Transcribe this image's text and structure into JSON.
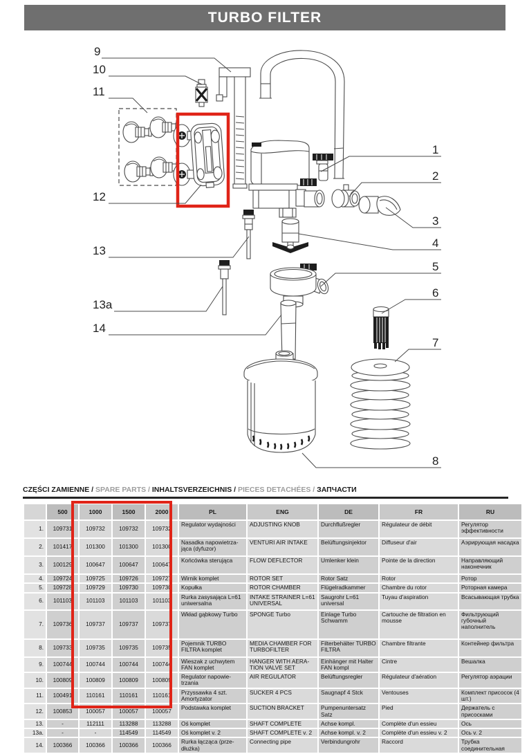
{
  "header": {
    "title": "TURBO FILTER"
  },
  "colors": {
    "header_bar": "#6f6f6f",
    "highlight_red": "#e02418",
    "caption_gray": "#9d9d9d"
  },
  "diagram": {
    "labels_left": [
      "9",
      "10",
      "11",
      "12",
      "13",
      "13a",
      "14"
    ],
    "labels_right": [
      "1",
      "2",
      "3",
      "4",
      "5",
      "6",
      "7",
      "8"
    ]
  },
  "table": {
    "caption_segments": [
      {
        "text": "CZĘŚCI ZAMIENNE / ",
        "tone": "dark"
      },
      {
        "text": "SPARE PARTS / ",
        "tone": "gray"
      },
      {
        "text": "INHALTSVERZEICHNIS / ",
        "tone": "dark"
      },
      {
        "text": "PIECES DETACHÉES / ",
        "tone": "gray"
      },
      {
        "text": "ЗАПЧАСТИ",
        "tone": "dark"
      }
    ],
    "columns": [
      "",
      "500",
      "1000",
      "1500",
      "2000",
      "PL",
      "ENG",
      "DE",
      "FR",
      "RU"
    ],
    "rows": [
      {
        "cells": [
          "1.",
          "109731",
          "109732",
          "109732",
          "109732",
          "Regulator wydajności",
          "ADJUSTING KNOB",
          "Durchflußregler",
          "Régulateur de débit",
          "Регулятор эффективности"
        ]
      },
      {
        "cells": [
          "2.",
          "101417",
          "101300",
          "101300",
          "101300",
          "Nasadka napowietrza­jąca (dyfuzor)",
          "VENTURI AIR INTAKE",
          "Belüftungsinjektor",
          "Diffuseur d'air",
          "Аэрирующая насадка"
        ]
      },
      {
        "cells": [
          "3.",
          "100129",
          "100647",
          "100647",
          "100647",
          "Końcówka sterująca",
          "FLOW DEFLECTOR",
          "Umlenker klein",
          "Pointe de la direction",
          "Направляющий наконечник"
        ]
      },
      {
        "cells": [
          "4.",
          "109724",
          "109725",
          "109726",
          "109727",
          "Wirnik komplet",
          "ROTOR SET",
          "Rotor Satz",
          "Rotor",
          "Ротор"
        ]
      },
      {
        "cells": [
          "5.",
          "109728",
          "109729",
          "109730",
          "109730",
          "Kopułka",
          "ROTOR CHAMBER",
          "Flügelradkammer",
          "Chambre du rotor",
          "Роторная камера"
        ]
      },
      {
        "cells": [
          "6.",
          "101103",
          "101103",
          "101103",
          "101103",
          "Rurka zasysająca L=61 uniwersalna",
          "INTAKE STRAINER L=61 UNIVERSAL",
          "Saugrohr L=61 universal",
          "Tuyau d'aspiration",
          "Всасывающая трубка"
        ]
      },
      {
        "cells": [
          "7.",
          "109736",
          "109737",
          "109737",
          "109737",
          "Wkład gąbkowy Turbo",
          "SPONGE Turbo",
          "Einlage Turbo Schwamm",
          "Cartouche de filtration en mousse",
          "Фильтрующий губочный наполнитель"
        ]
      },
      {
        "cells": [
          "8.",
          "109733",
          "109735",
          "109735",
          "109735",
          "Pojemnik TURBO FILTRA komplet",
          "MEDIA CHAMBER FOR TURBOFILTER",
          "Filterbehälter TURBO FILTRA",
          "Chambre filtrante",
          "Контейнер фильтра"
        ]
      },
      {
        "cells": [
          "9.",
          "100744",
          "100744",
          "100744",
          "100744",
          "Wieszak z uchwytem FAN komplet",
          "HANGER WITH AERA­TION VALVE SET",
          "Einhänger mit Halter FAN kompl",
          "Cintre",
          "Вешалка"
        ]
      },
      {
        "cells": [
          "10.",
          "100809",
          "100809",
          "100809",
          "100809",
          "Regulator napowie­trzania",
          "AIR REGULATOR",
          "Belüftungsregler",
          "Régulateur d'aération",
          "Регулятор аэрации"
        ]
      },
      {
        "cells": [
          "11.",
          "100491",
          "110161",
          "110161",
          "110161",
          "Przyssawka 4 szt. Amortyzator",
          "SUCKER 4 PCS",
          "Saugnapf 4 Stck",
          "Ventouses",
          "Комплект присосок (4 шт.)"
        ]
      },
      {
        "cells": [
          "12.",
          "100853",
          "100057",
          "100057",
          "100057",
          "Podstawka komplet",
          "SUCTION BRACKET",
          "Pumpenuntersatz Satz",
          "Pied",
          "Держатель с присосками"
        ]
      },
      {
        "cells": [
          "13.",
          "-",
          "112111",
          "113288",
          "113288",
          "Oś komplet",
          "SHAFT COMPLETE",
          "Achse kompl.",
          "Complète d'un essieu",
          "Ось"
        ]
      },
      {
        "cells": [
          "13a.",
          "-",
          "-",
          "114549",
          "114549",
          "Oś komplet v. 2",
          "SHAFT COMPLETE v. 2",
          "Achse kompl. v. 2",
          "Complète d'un essieu v. 2",
          "Ось v. 2"
        ]
      },
      {
        "cells": [
          "14.",
          "100366",
          "100366",
          "100366",
          "100366",
          "Rurka łącząca (prze­dłużka)",
          "Connecting pipe",
          "Verbindungrohr",
          "Raccord",
          "Трубка соединительная"
        ]
      }
    ]
  }
}
